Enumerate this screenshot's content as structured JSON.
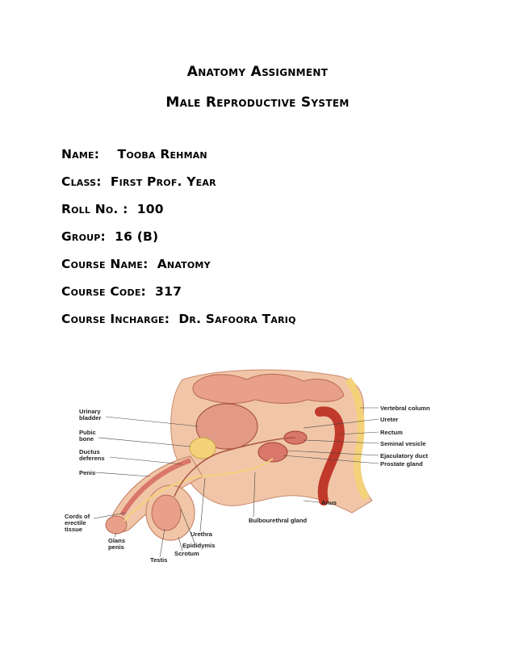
{
  "header": {
    "title": "Anatomy Assignment",
    "subtitle": "Male Reproductive System"
  },
  "info": [
    {
      "label": "Name:",
      "value": "Tooba Rehman"
    },
    {
      "label": "Class:",
      "value": "First Prof. Year"
    },
    {
      "label": "Roll No. :",
      "value": "100"
    },
    {
      "label": "Group:",
      "value": "16 (B)"
    },
    {
      "label": "Course Name:",
      "value": "Anatomy"
    },
    {
      "label": "Course Code:",
      "value": "317"
    },
    {
      "label": "Course Incharge:",
      "value": "Dr. Safoora Tariq"
    }
  ],
  "figure": {
    "labels_left": [
      "Urinary",
      "bladder",
      "Pubic",
      "bone",
      "Ductus",
      "deferens",
      "Penis",
      "Cords of",
      "erectile",
      "tissue",
      "Glans",
      "penis",
      "Testis",
      "Scrotum",
      "Epididymis",
      "Urethra"
    ],
    "labels_right": [
      "Vertebral column",
      "Ureter",
      "Rectum",
      "Seminal vesicle",
      "Ejaculatory duct",
      "Prostate gland",
      "Anus",
      "Bulbourethral gland"
    ]
  },
  "colors": {
    "tissue_pink": "#e8a08a",
    "tissue_red": "#c0392b",
    "bone_yellow": "#f3d27a",
    "skin": "#f1c6a8"
  }
}
